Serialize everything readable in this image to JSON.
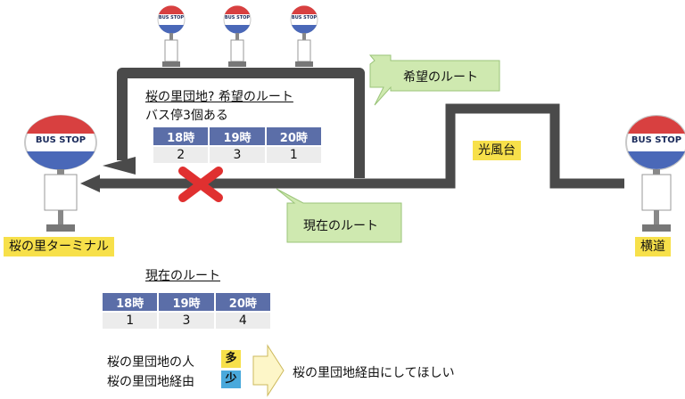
{
  "bus_stop_sign": "BUS STOP",
  "terminal_left": "桜の里ターミナル",
  "terminal_right": "横道",
  "koufudai": "光風台",
  "hope_route_label": "希望のルート",
  "current_route_label": "現在のルート",
  "top_box": {
    "title": "桜の里団地? 希望のルート",
    "note": "バス停3個ある",
    "headers": [
      "18時",
      "19時",
      "20時"
    ],
    "values": [
      "2",
      "3",
      "1"
    ]
  },
  "bottom_box": {
    "title": "現在のルート",
    "headers": [
      "18時",
      "19時",
      "20時"
    ],
    "values": [
      "1",
      "3",
      "4"
    ]
  },
  "legend": {
    "people_label": "桜の里団地の人",
    "people_badge": "多",
    "via_label": "桜の里団地経由",
    "via_badge": "少",
    "conclusion": "桜の里団地経由にしてほしい"
  },
  "colors": {
    "route": "#4a4a4a",
    "cross": "#e03030",
    "callout_green": "#cfe9b0",
    "yellow_label": "#f7e04a",
    "header_blue": "#5b6ea8",
    "badge_blue": "#4aa9dc"
  }
}
